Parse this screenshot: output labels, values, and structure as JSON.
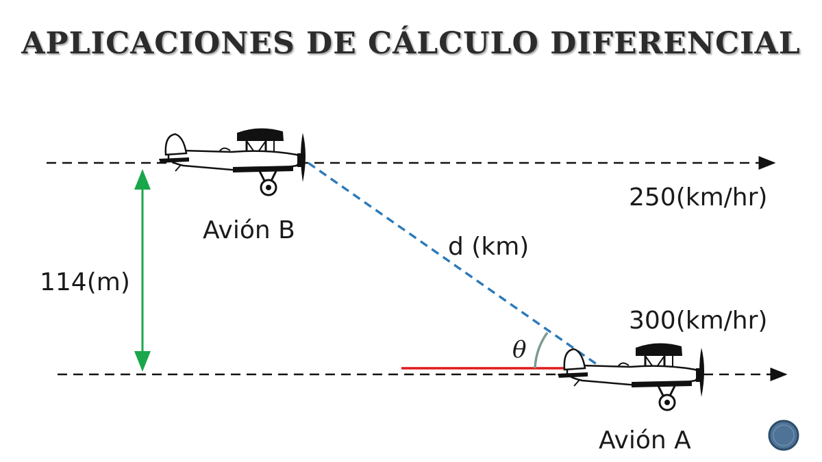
{
  "title": "APLICACIONES DE CÁLCULO DIFERENCIAL",
  "labels": {
    "plane_b": "Avión B",
    "plane_a": "Avión A",
    "speed_b": "250(km/hr)",
    "speed_a": "300(km/hr)",
    "distance": "d (km)",
    "height": "114(m)",
    "angle": "θ"
  },
  "colors": {
    "distance_line": "#2e7ab8",
    "height_arrow": "#1aa64b",
    "reference_line": "#e01b1b",
    "angle_arc": "#7d9a95",
    "nav_button": "#4e7396"
  },
  "icons": {
    "plane": "biplane-icon",
    "nav": "slide-nav-button"
  }
}
